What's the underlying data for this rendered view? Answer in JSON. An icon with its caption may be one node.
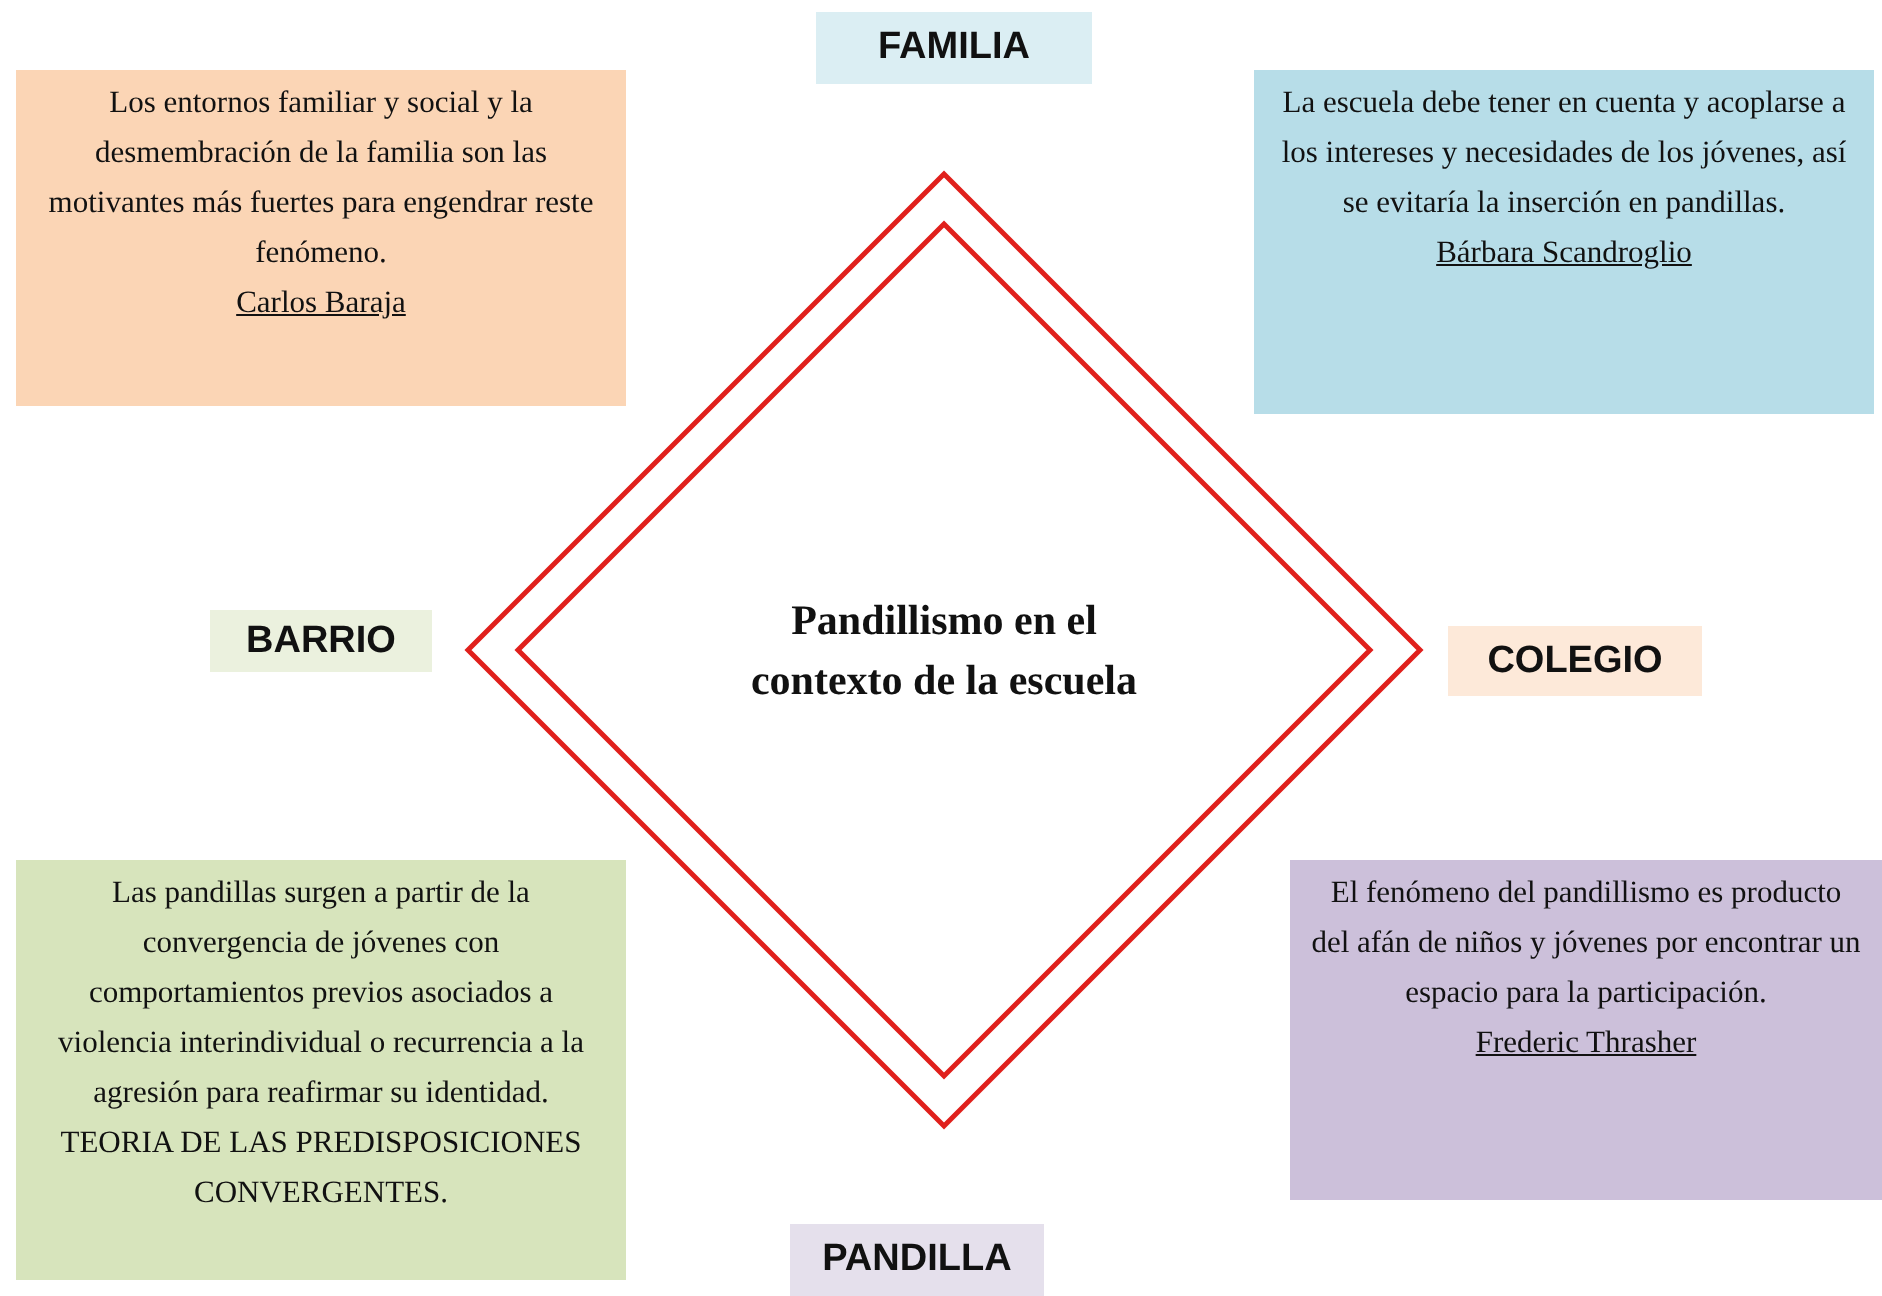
{
  "diagram": {
    "nodes": [
      {
        "text": [
          "FAMILIA"
        ]
      },
      {
        "text": [
          "Los entornos familiar y social y la desmembración de la familia son las motivantes más fuertes para engendrar reste fenómeno.",
          "Carlos Baraja"
        ]
      },
      {
        "text": [
          "La escuela debe tener en cuenta y acoplarse a los intereses y necesidades de los jóvenes, así se evitaría la inserción en pandillas.",
          "Bárbara Scandroglio"
        ]
      },
      {
        "text": [
          "BARRIO"
        ]
      },
      {
        "text": [
          "Pandillismo en el contexto de la escuela"
        ]
      },
      {
        "text": [
          "COLEGIO"
        ]
      },
      {
        "text": [
          "Las pandillas surgen a partir de la convergencia de jóvenes con comportamientos previos asociados a violencia interindividual o recurrencia a la agresión para reafirmar su identidad.  TEORIA DE LAS PREDISPOSICIONES CONVERGENTES."
        ]
      },
      {
        "text": [
          "El fenómeno del pandillismo es producto del afán de niños y jóvenes por encontrar un espacio para la participación.",
          "Frederic Thrasher"
        ]
      },
      {
        "text": [
          "PANDILLA"
        ]
      }
    ]
  }
}
